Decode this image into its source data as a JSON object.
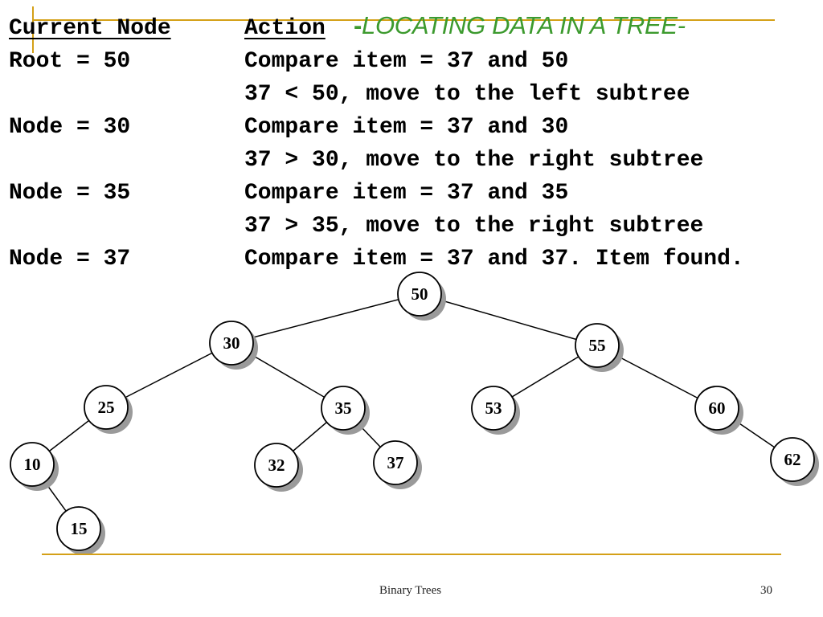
{
  "slide": {
    "title_dash": "-",
    "title_text": "LOCATING DATA IN A TREE-",
    "footer_left": "Binary Trees",
    "page_number": "30"
  },
  "table": {
    "header_node": "Current Node",
    "header_action": "Action",
    "rows": [
      {
        "node": "Root = 50",
        "action": "Compare item = 37 and 50"
      },
      {
        "node": "",
        "action": "37 < 50, move to the left subtree"
      },
      {
        "node": "Node = 30",
        "action": "Compare item = 37 and 30"
      },
      {
        "node": "",
        "action": "37 > 30, move to the right subtree"
      },
      {
        "node": "Node = 35",
        "action": "Compare item = 37 and 35"
      },
      {
        "node": "",
        "action": "37 > 35, move to the right subtree"
      },
      {
        "node": "Node = 37",
        "action": "Compare item = 37 and 37. Item found."
      }
    ]
  },
  "tree": {
    "nodes": [
      {
        "id": "50",
        "label": "50"
      },
      {
        "id": "30",
        "label": "30"
      },
      {
        "id": "55",
        "label": "55"
      },
      {
        "id": "25",
        "label": "25"
      },
      {
        "id": "35",
        "label": "35"
      },
      {
        "id": "53",
        "label": "53"
      },
      {
        "id": "60",
        "label": "60"
      },
      {
        "id": "10",
        "label": "10"
      },
      {
        "id": "32",
        "label": "32"
      },
      {
        "id": "37",
        "label": "37"
      },
      {
        "id": "62",
        "label": "62"
      },
      {
        "id": "15",
        "label": "15"
      }
    ],
    "edges": [
      [
        "50",
        "30"
      ],
      [
        "50",
        "55"
      ],
      [
        "30",
        "25"
      ],
      [
        "30",
        "35"
      ],
      [
        "55",
        "53"
      ],
      [
        "55",
        "60"
      ],
      [
        "25",
        "10"
      ],
      [
        "10",
        "15"
      ],
      [
        "35",
        "32"
      ],
      [
        "35",
        "37"
      ],
      [
        "60",
        "62"
      ]
    ]
  },
  "colors": {
    "accent_line": "#D4A017",
    "title": "#3C9A2E",
    "node_fill": "#ffffff",
    "node_stroke": "#000000",
    "node_shadow": "#9a9a9a"
  }
}
